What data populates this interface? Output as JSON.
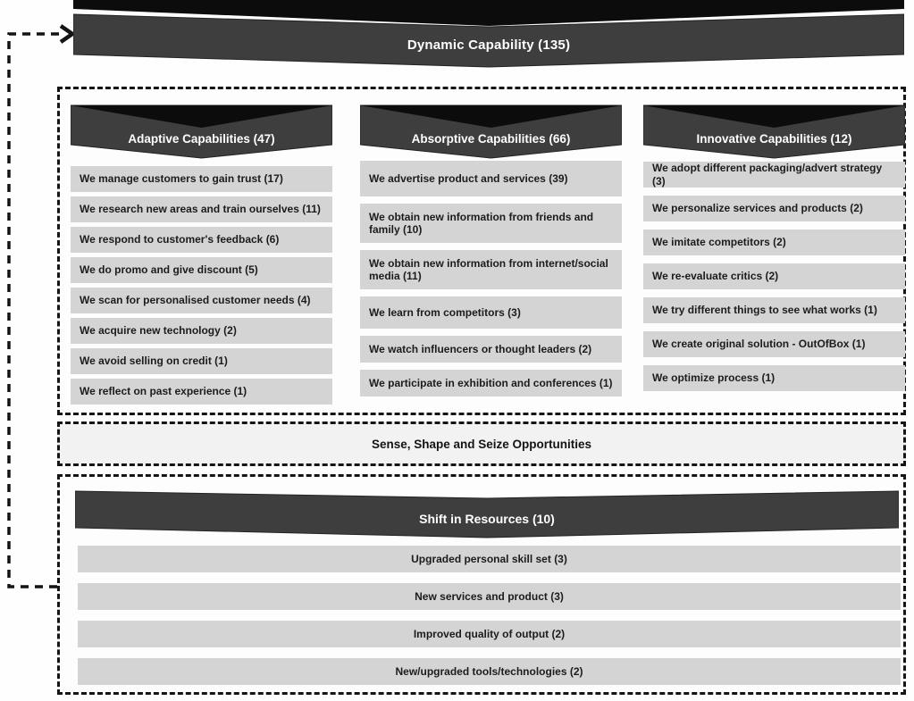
{
  "top_banner": {
    "label": "Dynamic Capability (135)"
  },
  "columns": [
    {
      "header": "Adaptive Capabilities (47)",
      "items": [
        "We manage customers to gain trust (17)",
        "We research new areas and train ourselves (11)",
        "We respond to customer's feedback (6)",
        "We do promo and give discount (5)",
        "We scan for personalised customer needs (4)",
        "We acquire new technology (2)",
        "We avoid selling on credit (1)",
        "We reflect on past experience (1)"
      ]
    },
    {
      "header": "Absorptive Capabilities (66)",
      "items": [
        "We advertise product and services (39)",
        "We obtain new information from friends and family (10)",
        "We obtain new information from internet/social media (11)",
        "We learn from competitors (3)",
        "We watch influencers or thought leaders (2)",
        "We participate in exhibition and conferences (1)"
      ]
    },
    {
      "header": "Innovative Capabilities (12)",
      "items": [
        "We adopt different packaging/advert strategy (3)",
        "We personalize services and products (2)",
        "We imitate competitors (2)",
        "We re-evaluate critics (2)",
        "We try different things to see what works (1)",
        "We create original solution - OutOfBox (1)",
        "We optimize process (1)"
      ]
    }
  ],
  "middle_banner": {
    "label": "Sense, Shape and Seize Opportunities"
  },
  "bottom_section": {
    "header": "Shift in Resources (10)",
    "items": [
      "Upgraded personal skill set (3)",
      "New services and product (3)",
      "Improved quality of output (2)",
      "New/upgraded tools/technologies (2)"
    ]
  },
  "colors": {
    "ribbon_dark": "#3e3e3e",
    "ribbon_black": "#0c0c0c",
    "row_bg": "#d4d4d4",
    "sense_bg": "#f2f2f2",
    "dashed_border": "#151515"
  }
}
